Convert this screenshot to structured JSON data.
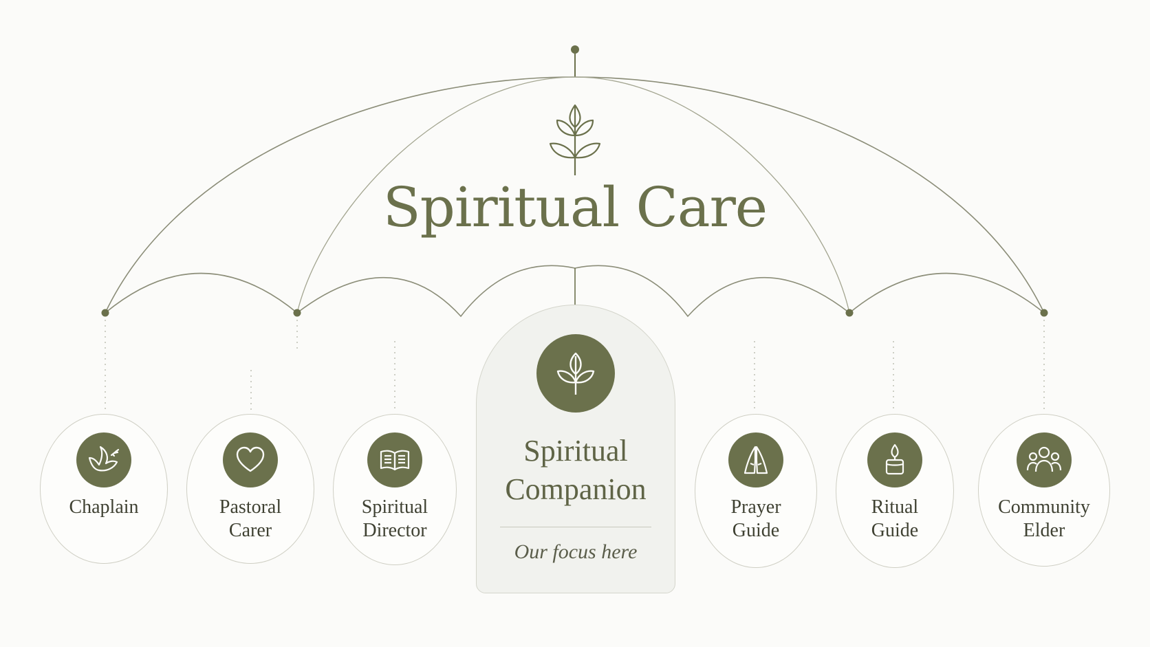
{
  "title": "Spiritual Care",
  "colors": {
    "accent": "#6b714c",
    "line": "#8b8d78",
    "text": "#3f4132",
    "focus_bg": "#f1f2ee",
    "background": "#fbfbf9"
  },
  "top_icon": "wheat-sprig-icon",
  "roles": [
    {
      "label": "Chaplain",
      "icon": "dove-icon"
    },
    {
      "label": "Pastoral\nCarer",
      "icon": "heart-icon"
    },
    {
      "label": "Spiritual\nDirector",
      "icon": "open-book-icon"
    },
    {
      "label": "Prayer\nGuide",
      "icon": "praying-hands-icon"
    },
    {
      "label": "Ritual\nGuide",
      "icon": "candle-icon"
    },
    {
      "label": "Community\nElder",
      "icon": "group-icon"
    }
  ],
  "focus": {
    "label": "Spiritual\nCompanion",
    "note": "Our focus here",
    "icon": "seedling-icon"
  }
}
